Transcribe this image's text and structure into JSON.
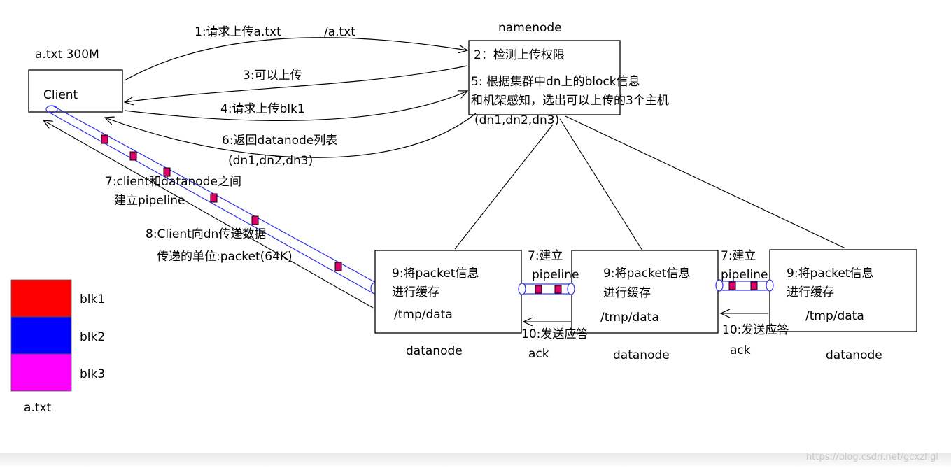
{
  "file_info": "a.txt 300M",
  "client_label": "Client",
  "namenode_title": "namenode",
  "namenode_lines": [
    "2：检测上传权限",
    "5: 根据集群中dn上的block信息",
    "和机架感知，选出可以上传的3个主机",
    "(dn1,dn2,dn3)"
  ],
  "step1": "1:请求上传a.txt",
  "step1_path": "/a.txt",
  "step3": "3:可以上传",
  "step4": "4:请求上传blk1",
  "step6_line1": "6:返回datanode列表",
  "step6_line2": "(dn1,dn2,dn3)",
  "step7_line1": "7:client和datanode之间",
  "step7_line2": "建立pipeline",
  "step8_line1": "8:Client向dn传递数据",
  "step8_line2": "传递的单位:packet(64K)",
  "pipeline_label_a": "7:建立",
  "pipeline_label_b": "pipeline",
  "ack_label_a": "10:发送应答",
  "ack_label_b": "ack",
  "datanodes": [
    {
      "line1": "9:将packet信息",
      "line2": "进行缓存",
      "path": "/tmp/data",
      "title": "datanode"
    },
    {
      "line1": "9:将packet信息",
      "line2": "进行缓存",
      "path": "/tmp/data",
      "title": "datanode"
    },
    {
      "line1": "9:将packet信息",
      "line2": "进行缓存",
      "path": "/tmp/data",
      "title": "datanode"
    }
  ],
  "legend": {
    "items": [
      {
        "label": "blk1",
        "color": "#ff0000"
      },
      {
        "label": "blk2",
        "color": "#0000ff"
      },
      {
        "label": "blk3",
        "color": "#ff00ff"
      }
    ],
    "caption": "a.txt"
  },
  "watermark": "https://blog.csdn.net/gcxzflgl"
}
